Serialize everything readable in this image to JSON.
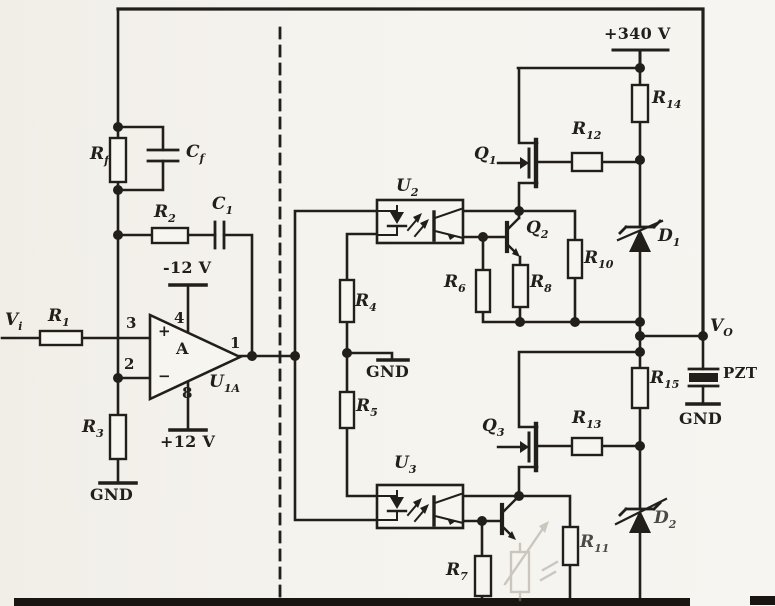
{
  "colors": {
    "ink": "#221f1b",
    "paper": "#f5f3ee",
    "ghost": "#988f82"
  },
  "labels": {
    "vi": {
      "b": "V",
      "s": "i"
    },
    "r1": {
      "b": "R",
      "s": "1"
    },
    "rf": {
      "b": "R",
      "s": "f"
    },
    "cf": {
      "b": "C",
      "s": "f"
    },
    "r2": {
      "b": "R",
      "s": "2"
    },
    "c1": {
      "b": "C",
      "s": "1"
    },
    "r3": {
      "b": "R",
      "s": "3"
    },
    "r4": {
      "b": "R",
      "s": "4"
    },
    "r5": {
      "b": "R",
      "s": "5"
    },
    "r6": {
      "b": "R",
      "s": "6"
    },
    "r7": {
      "b": "R",
      "s": "7"
    },
    "r8": {
      "b": "R",
      "s": "8"
    },
    "r10": {
      "b": "R",
      "s": "10"
    },
    "r11": {
      "b": "R",
      "s": "11"
    },
    "r12": {
      "b": "R",
      "s": "12"
    },
    "r13": {
      "b": "R",
      "s": "13"
    },
    "r14": {
      "b": "R",
      "s": "14"
    },
    "r15": {
      "b": "R",
      "s": "15"
    },
    "q1": {
      "b": "Q",
      "s": "1"
    },
    "q2": {
      "b": "Q",
      "s": "2"
    },
    "q3": {
      "b": "Q",
      "s": "3"
    },
    "u1a": {
      "b": "U",
      "s": "1A"
    },
    "u2": {
      "b": "U",
      "s": "2"
    },
    "u3": {
      "b": "U",
      "s": "3"
    },
    "d1": {
      "b": "D",
      "s": "1"
    },
    "d2": {
      "b": "D",
      "s": "2"
    },
    "vo": {
      "b": "V",
      "s": "O"
    },
    "opamp_gain": "A",
    "opamp_plus": "+",
    "opamp_minus": "−",
    "pin1": "1",
    "pin2": "2",
    "pin3": "3",
    "pin4": "4",
    "pin8": "8",
    "supply_neg": "-12 V",
    "supply_pos": "+12 V",
    "supply_hv": "+340 V",
    "gnd_left": "GND",
    "gnd_mid": "GND",
    "gnd_right": "GND",
    "pzt": "PZT"
  }
}
